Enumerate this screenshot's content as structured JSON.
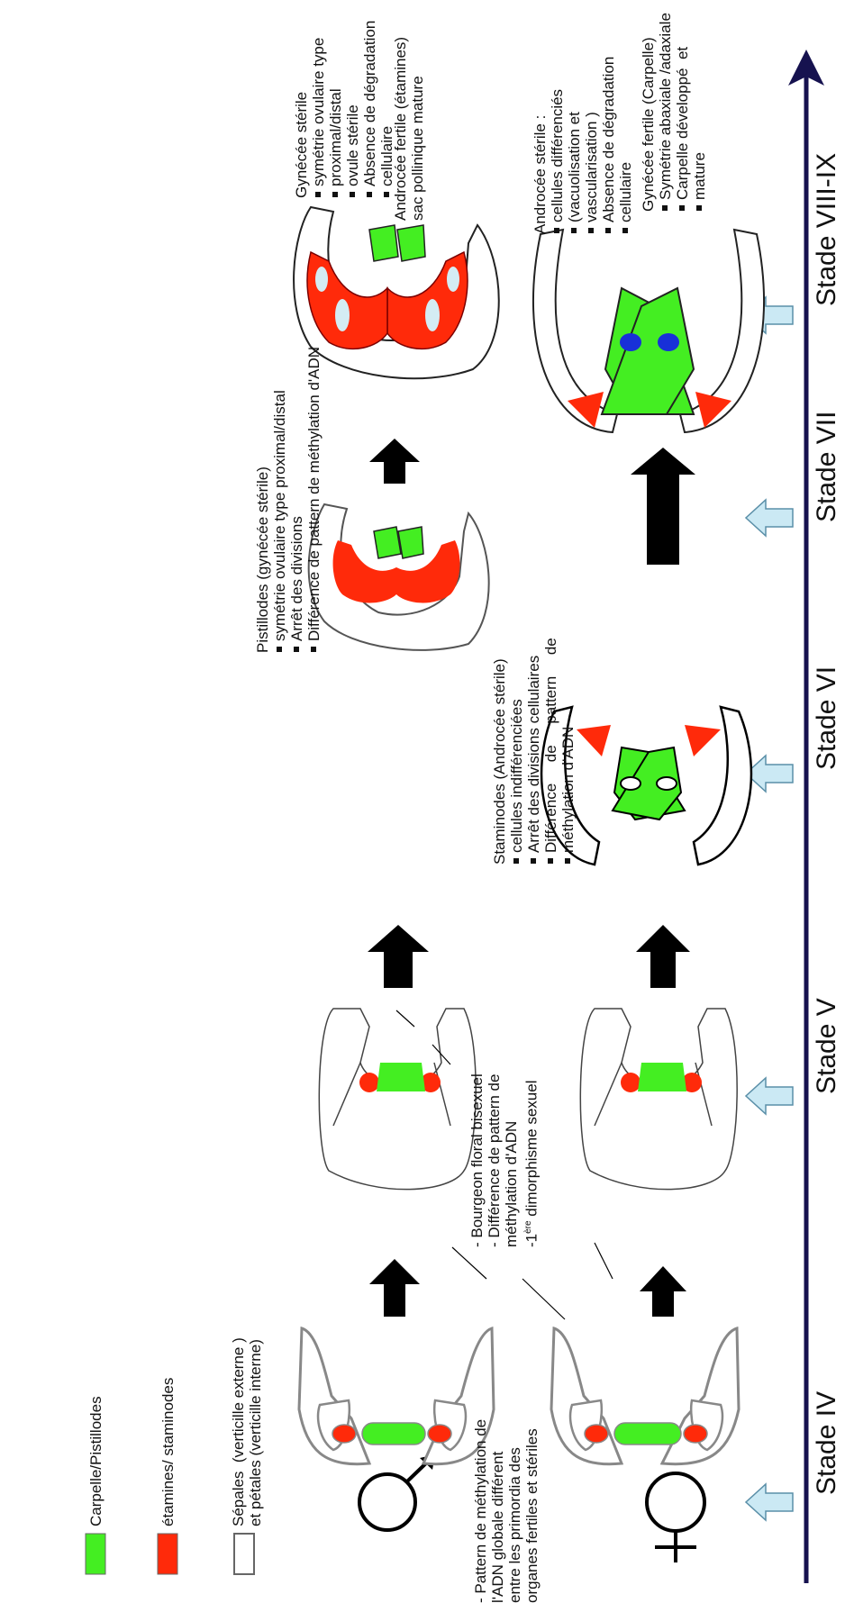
{
  "stages": [
    "Stade IV",
    "Stade V",
    "Stade VI",
    "Stade VII",
    "Stade VIII-IX"
  ],
  "colors": {
    "stamen": "#ff2a0a",
    "carpel": "#44ee22",
    "axis": "#16124f",
    "stage_arrow": "#cbe9f4",
    "ovule": "#1830d8",
    "anther_sac": "#d4ecf4"
  },
  "symbols": {
    "female": "female-symbol-icon",
    "male": "male-symbol-icon"
  },
  "notes": {
    "methylation_iv": [
      "- Pattern de méthylation de",
      "l'ADN globale différent",
      "entre les primordia des",
      "organes fertiles et stériles"
    ],
    "bisexual_v": [
      "- Bourgeon floral bisexuel",
      "- Différence de pattern de",
      "méthylation d'ADN",
      "-1"
    ],
    "bisexual_v_sup": "ère",
    "bisexual_v_tail": " dimorphisme sexuel",
    "staminodes": {
      "title": "Staminodes (Androcée stérile)",
      "items": [
        "cellules indifférenciées",
        "Arrêt des divisions cellulaires",
        "Différence     de     pattern     de",
        "méthylation d'ADN"
      ]
    },
    "pistillodes": {
      "title": "Pistillodes (gynécée stérile)",
      "items": [
        "symétrie ovulaire type proximal/distal",
        "Arrêt des divisions",
        "Différence de pattern de méthylation d'ADN"
      ]
    },
    "gynecee_fertile": {
      "title": "Gynécée fertile (Carpelle)",
      "items": [
        "Symétrie abaxiale /adaxiale",
        "Carpelle développé  et",
        "mature"
      ]
    },
    "androcee_sterile": {
      "title": "Androcée stérile :",
      "items": [
        "cellules différenciés",
        "(vacuolisation et",
        "vascularisation )",
        "Absence de dégradation",
        "cellulaire"
      ]
    },
    "androcee_fertile": [
      "Androcée fertile (étamines)",
      "sac pollinique mature"
    ],
    "gynecee_sterile": {
      "title": "Gynécée stérile",
      "items": [
        "symétrie ovulaire type",
        "proximal/distal",
        "ovule stérile",
        "Absence de dégradation",
        "cellulaire"
      ]
    }
  },
  "legend": {
    "perianth": [
      "Sépales  (verticille externe )",
      "et pétales (verticille interne)"
    ],
    "stamens": "étamines/ staminodes",
    "carpels": "Carpelle/Pistillodes"
  }
}
